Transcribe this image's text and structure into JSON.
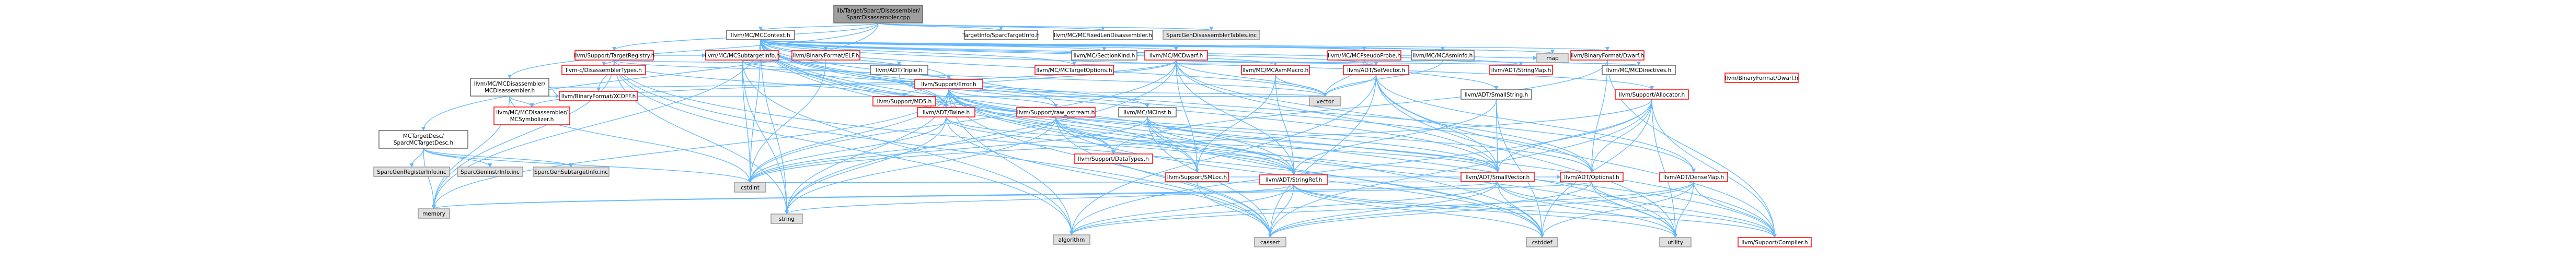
{
  "styles": {
    "root": {
      "fill": "#9e9e9e",
      "stroke": "#666666",
      "text": "#000000"
    },
    "linked": {
      "fill": "#ffffff",
      "stroke": "#666666",
      "text": "#000000"
    },
    "error": {
      "fill": "#ffffff",
      "stroke": "#ff0000",
      "text": "#000000"
    },
    "external": {
      "fill": "#e0e0e0",
      "stroke": "#999999",
      "text": "#000000"
    },
    "edge": "#63b8ff"
  },
  "nodes": [
    {
      "id": "root",
      "label": "lib/Target/Sparc/Disassembler/SparcDisassembler.cpp",
      "style": "root"
    },
    {
      "id": "mctargetdesc",
      "label": "MCTargetDesc/SparcMCTargetDesc.h",
      "style": "linked"
    },
    {
      "id": "targetinfo",
      "label": "TargetInfo/SparcTargetInfo.h",
      "style": "linked"
    },
    {
      "id": "mcfixedlen",
      "label": "llvm/MC/MCFixedLenDisassembler.h",
      "style": "linked"
    },
    {
      "id": "sparcgentables",
      "label": "SparcGenDisassemblerTables.inc",
      "style": "external"
    },
    {
      "id": "mccontext",
      "label": "llvm/MC/MCContext.h",
      "style": "linked"
    },
    {
      "id": "mcdisassembler",
      "label": "llvm/MC/MCDisassembler/MCDisassembler.h",
      "style": "linked"
    },
    {
      "id": "targetregistry",
      "label": "llvm/Support/TargetRegistry.h",
      "style": "error"
    },
    {
      "id": "mcsubtarget",
      "label": "llvm/MC/MCSubtargetInfo.h",
      "style": "error"
    },
    {
      "id": "binelf",
      "label": "llvm/BinaryFormat/ELF.h",
      "style": "error"
    },
    {
      "id": "sectionkind",
      "label": "llvm/MC/SectionKind.h",
      "style": "linked"
    },
    {
      "id": "mcdwarf",
      "label": "llvm/MC/MCDwarf.h",
      "style": "error"
    },
    {
      "id": "mcpseudoprobe",
      "label": "llvm/MC/MCPseudoProbe.h",
      "style": "error"
    },
    {
      "id": "mcasminfo",
      "label": "llvm/MC/MCAsmInfo.h",
      "style": "linked"
    },
    {
      "id": "bindwarf",
      "label": "llvm/BinaryFormat/Dwarf.h",
      "style": "error"
    },
    {
      "id": "cdisasmtypes",
      "label": "llvm-c/DisassemblerTypes.h",
      "style": "error"
    },
    {
      "id": "adttriple",
      "label": "llvm/ADT/Triple.h",
      "style": "linked"
    },
    {
      "id": "mctargetopts",
      "label": "llvm/MC/MCTargetOptions.h",
      "style": "error"
    },
    {
      "id": "mcasmmacro",
      "label": "llvm/MC/MCAsmMacro.h",
      "style": "error"
    },
    {
      "id": "adtsetvector",
      "label": "llvm/ADT/SetVector.h",
      "style": "error"
    },
    {
      "id": "adtstringmap",
      "label": "llvm/ADT/StringMap.h",
      "style": "error"
    },
    {
      "id": "map",
      "label": "map",
      "style": "external"
    },
    {
      "id": "mcdirectives",
      "label": "llvm/MC/MCDirectives.h",
      "style": "linked"
    },
    {
      "id": "supporterror",
      "label": "llvm/Support/Error.h",
      "style": "error"
    },
    {
      "id": "binxcoff",
      "label": "llvm/BinaryFormat/XCOFF.h",
      "style": "error"
    },
    {
      "id": "mcsymbolizer",
      "label": "llvm/MC/MCDisassembler/MCSymbolizer.h",
      "style": "error"
    },
    {
      "id": "supportmd5",
      "label": "llvm/Support/MD5.h",
      "style": "error"
    },
    {
      "id": "adttwine",
      "label": "llvm/ADT/Twine.h",
      "style": "error"
    },
    {
      "id": "rawostream",
      "label": "llvm/Support/raw_ostream.h",
      "style": "error"
    },
    {
      "id": "mcinst",
      "label": "llvm/MC/MCInst.h",
      "style": "linked"
    },
    {
      "id": "vector",
      "label": "vector",
      "style": "external"
    },
    {
      "id": "adtsmallstring",
      "label": "llvm/ADT/SmallString.h",
      "style": "linked"
    },
    {
      "id": "supportallocator",
      "label": "llvm/Support/Allocator.h",
      "style": "error"
    },
    {
      "id": "binformatdwarf2",
      "label": "llvm/BinaryFormat/Dwarf.h",
      "style": "error"
    },
    {
      "id": "sparcgenreg",
      "label": "SparcGenRegisterInfo.inc",
      "style": "external"
    },
    {
      "id": "sparcgeninstr",
      "label": "SparcGenInstrInfo.inc",
      "style": "external"
    },
    {
      "id": "sparcgensub",
      "label": "SparcGenSubtargetInfo.inc",
      "style": "external"
    },
    {
      "id": "cstdint",
      "label": "cstdint",
      "style": "external"
    },
    {
      "id": "datatypes",
      "label": "llvm/Support/DataTypes.h",
      "style": "error"
    },
    {
      "id": "smloc",
      "label": "llvm/Support/SMLoc.h",
      "style": "error"
    },
    {
      "id": "stringref",
      "label": "llvm/ADT/StringRef.h",
      "style": "error"
    },
    {
      "id": "smallvector",
      "label": "llvm/ADT/SmallVector.h",
      "style": "error"
    },
    {
      "id": "optional",
      "label": "llvm/ADT/Optional.h",
      "style": "error"
    },
    {
      "id": "densemap",
      "label": "llvm/ADT/DenseMap.h",
      "style": "error"
    },
    {
      "id": "memory",
      "label": "memory",
      "style": "external"
    },
    {
      "id": "string",
      "label": "string",
      "style": "external"
    },
    {
      "id": "algorithm",
      "label": "algorithm",
      "style": "external"
    },
    {
      "id": "cassert",
      "label": "cassert",
      "style": "external"
    },
    {
      "id": "cstddef",
      "label": "cstddef",
      "style": "external"
    },
    {
      "id": "utility",
      "label": "utility",
      "style": "external"
    },
    {
      "id": "compiler",
      "label": "llvm/Support/Compiler.h",
      "style": "error"
    }
  ],
  "edges": [
    [
      "root",
      "mctargetdesc"
    ],
    [
      "root",
      "targetinfo"
    ],
    [
      "root",
      "mcfixedlen"
    ],
    [
      "root",
      "sparcgentables"
    ],
    [
      "root",
      "mccontext"
    ],
    [
      "root",
      "mcdisassembler"
    ],
    [
      "root",
      "targetregistry"
    ],
    [
      "mctargetdesc",
      "sparcgenreg"
    ],
    [
      "mctargetdesc",
      "sparcgeninstr"
    ],
    [
      "mctargetdesc",
      "sparcgensub"
    ],
    [
      "mctargetdesc",
      "memory"
    ],
    [
      "mctargetdesc",
      "cstdint"
    ],
    [
      "mccontext",
      "sectionkind"
    ],
    [
      "mccontext",
      "mcdwarf"
    ],
    [
      "mccontext",
      "mcpseudoprobe"
    ],
    [
      "mccontext",
      "mcasminfo"
    ],
    [
      "mccontext",
      "bindwarf"
    ],
    [
      "mccontext",
      "binelf"
    ],
    [
      "mccontext",
      "adtstringmap"
    ],
    [
      "mccontext",
      "adtsetvector"
    ],
    [
      "mccontext",
      "map"
    ],
    [
      "mccontext",
      "mctargetopts"
    ],
    [
      "mccontext",
      "mcasmmacro"
    ],
    [
      "mccontext",
      "supporterror"
    ],
    [
      "mccontext",
      "adttwine"
    ],
    [
      "mccontext",
      "rawostream"
    ],
    [
      "mccontext",
      "vector"
    ],
    [
      "mccontext",
      "supportallocator"
    ],
    [
      "mccontext",
      "smallvector"
    ],
    [
      "mccontext",
      "stringref"
    ],
    [
      "mccontext",
      "optional"
    ],
    [
      "mccontext",
      "densemap"
    ],
    [
      "mccontext",
      "string"
    ],
    [
      "mccontext",
      "memory"
    ],
    [
      "mccontext",
      "cstddef"
    ],
    [
      "mccontext",
      "utility"
    ],
    [
      "mccontext",
      "compiler"
    ],
    [
      "mccontext",
      "smloc"
    ],
    [
      "mccontext",
      "cstdint"
    ],
    [
      "mcdisassembler",
      "mcsymbolizer"
    ],
    [
      "mcdisassembler",
      "binxcoff"
    ],
    [
      "mcdisassembler",
      "supporterror"
    ],
    [
      "mcdisassembler",
      "adtstringref"
    ],
    [
      "mcdisassembler",
      "cstdint"
    ],
    [
      "mcdisassembler",
      "memory"
    ],
    [
      "mcdisassembler",
      "vector"
    ],
    [
      "targetregistry",
      "cdisasmtypes"
    ],
    [
      "targetregistry",
      "adttriple"
    ],
    [
      "targetregistry",
      "mcsubtarget"
    ],
    [
      "targetregistry",
      "binxcoff"
    ],
    [
      "targetregistry",
      "adttwine"
    ],
    [
      "targetregistry",
      "supporterror"
    ],
    [
      "targetregistry",
      "memory"
    ],
    [
      "targetregistry",
      "string"
    ],
    [
      "targetregistry",
      "cassert"
    ],
    [
      "targetregistry",
      "algorithm"
    ],
    [
      "targetregistry",
      "cstddef"
    ],
    [
      "mcsubtarget",
      "adttriple"
    ],
    [
      "mcsubtarget",
      "adtstringref"
    ],
    [
      "mcsubtarget",
      "mcinst"
    ],
    [
      "mcsubtarget",
      "string"
    ],
    [
      "mcsubtarget",
      "cstdint"
    ],
    [
      "mcsubtarget",
      "vector"
    ],
    [
      "mcsubtarget",
      "algorithm"
    ],
    [
      "binelf",
      "cstdint"
    ],
    [
      "binelf",
      "cstring"
    ],
    [
      "mcdwarf",
      "mcsymbolizer"
    ],
    [
      "mcdwarf",
      "supportmd5"
    ],
    [
      "mcdwarf",
      "adtstringmap"
    ],
    [
      "mcdwarf",
      "adtsetvector"
    ],
    [
      "mcdwarf",
      "stringref"
    ],
    [
      "mcdwarf",
      "smallvector"
    ],
    [
      "mcdwarf",
      "optional"
    ],
    [
      "mcdwarf",
      "smloc"
    ],
    [
      "mcdwarf",
      "string"
    ],
    [
      "mcdwarf",
      "vector"
    ],
    [
      "mcdwarf",
      "cstdint"
    ],
    [
      "mcpseudoprobe",
      "adtsmallstring"
    ],
    [
      "mcpseudoprobe",
      "map"
    ],
    [
      "mcpseudoprobe",
      "vector"
    ],
    [
      "mcasminfo",
      "mcdirectives"
    ],
    [
      "mcasminfo",
      "mctargetopts"
    ],
    [
      "mcasminfo",
      "vector"
    ],
    [
      "bindwarf",
      "compiler"
    ],
    [
      "bindwarf",
      "datatypes"
    ],
    [
      "bindwarf",
      "optional"
    ],
    [
      "adttriple",
      "adttwine"
    ],
    [
      "mcasmmacro",
      "stringref"
    ],
    [
      "mcasmmacro",
      "smloc"
    ],
    [
      "mcasmmacro",
      "vector"
    ],
    [
      "adtsetvector",
      "densemap"
    ],
    [
      "adtsetvector",
      "smallvector"
    ],
    [
      "adtsetvector",
      "compiler"
    ],
    [
      "adtsetvector",
      "algorithm"
    ],
    [
      "adtsetvector",
      "cassert"
    ],
    [
      "adtsetvector",
      "utility"
    ],
    [
      "adtsetvector",
      "vector"
    ],
    [
      "supporterror",
      "rawostream"
    ],
    [
      "supporterror",
      "adttwine"
    ],
    [
      "supporterror",
      "stringref"
    ],
    [
      "supporterror",
      "smallvector"
    ],
    [
      "supporterror",
      "optional"
    ],
    [
      "supporterror",
      "compiler"
    ],
    [
      "supporterror",
      "datatypes"
    ],
    [
      "supporterror",
      "algorithm"
    ],
    [
      "supporterror",
      "cassert"
    ],
    [
      "supporterror",
      "cstdint"
    ],
    [
      "supporterror",
      "memory"
    ],
    [
      "supporterror",
      "string"
    ],
    [
      "supporterror",
      "utility"
    ],
    [
      "supporterror",
      "vector"
    ],
    [
      "adttwine",
      "smallvector"
    ],
    [
      "adttwine",
      "stringref"
    ],
    [
      "adttwine",
      "cassert"
    ],
    [
      "adttwine",
      "cstdint"
    ],
    [
      "adttwine",
      "string"
    ],
    [
      "rawostream",
      "stringref"
    ],
    [
      "rawostream",
      "datatypes"
    ],
    [
      "rawostream",
      "cassert"
    ],
    [
      "rawostream",
      "cstddef"
    ],
    [
      "rawostream",
      "cstdint"
    ],
    [
      "rawostream",
      "string"
    ],
    [
      "mcinst",
      "smallvector"
    ],
    [
      "mcinst",
      "stringref"
    ],
    [
      "mcinst",
      "smloc"
    ],
    [
      "mcinst",
      "cassert"
    ],
    [
      "mcinst",
      "cstddef"
    ],
    [
      "mcinst",
      "cstdint"
    ],
    [
      "adtsmallstring",
      "smallvector"
    ],
    [
      "adtsmallstring",
      "stringref"
    ],
    [
      "adtsmallstring",
      "cstddef"
    ],
    [
      "supportallocator",
      "smallvector"
    ],
    [
      "supportallocator",
      "compiler"
    ],
    [
      "supportallocator",
      "optional"
    ],
    [
      "supportallocator",
      "algorithm"
    ],
    [
      "supportallocator",
      "cassert"
    ],
    [
      "supportallocator",
      "cstddef"
    ],
    [
      "supportallocator",
      "cstdint"
    ],
    [
      "supportallocator",
      "utility"
    ],
    [
      "stringref",
      "compiler"
    ],
    [
      "stringref",
      "algorithm"
    ],
    [
      "stringref",
      "cassert"
    ],
    [
      "stringref",
      "cstddef"
    ],
    [
      "stringref",
      "string"
    ],
    [
      "stringref",
      "utility"
    ],
    [
      "smallvector",
      "compiler"
    ],
    [
      "smallvector",
      "algorithm"
    ],
    [
      "smallvector",
      "cassert"
    ],
    [
      "smallvector",
      "cstddef"
    ],
    [
      "smallvector",
      "cstdint"
    ],
    [
      "smallvector",
      "memory"
    ],
    [
      "smallvector",
      "utility"
    ],
    [
      "optional",
      "compiler"
    ],
    [
      "optional",
      "cassert"
    ],
    [
      "optional",
      "memory"
    ],
    [
      "optional",
      "utility"
    ],
    [
      "densemap",
      "compiler"
    ],
    [
      "densemap",
      "algorithm"
    ],
    [
      "densemap",
      "cassert"
    ],
    [
      "densemap",
      "cstddef"
    ],
    [
      "densemap",
      "utility"
    ],
    [
      "smloc",
      "optional"
    ],
    [
      "smloc",
      "cassert"
    ]
  ]
}
